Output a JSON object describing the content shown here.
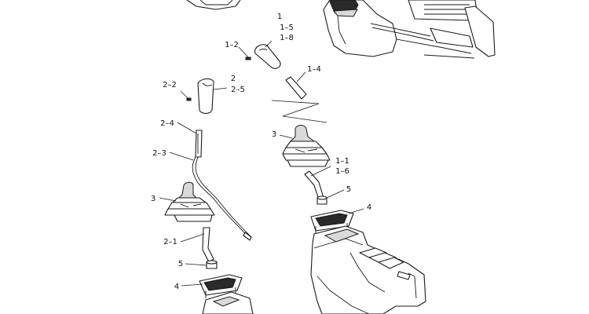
{
  "callouts": [
    {
      "id": "1",
      "text": "1"
    },
    {
      "id": "1-5",
      "text": "1–5"
    },
    {
      "id": "1-8",
      "text": "1–8"
    },
    {
      "id": "1-2",
      "text": "1–2"
    },
    {
      "id": "1-4",
      "text": "1–4"
    },
    {
      "id": "2",
      "text": "2"
    },
    {
      "id": "2-5",
      "text": "2–5"
    },
    {
      "id": "2-2",
      "text": "2–2"
    },
    {
      "id": "2-4",
      "text": "2–4"
    },
    {
      "id": "2-3",
      "text": "2–3"
    },
    {
      "id": "3a",
      "text": "3"
    },
    {
      "id": "3b",
      "text": "3"
    },
    {
      "id": "1-1",
      "text": "1–1"
    },
    {
      "id": "1-6",
      "text": "1–6"
    },
    {
      "id": "5a",
      "text": "5"
    },
    {
      "id": "4a",
      "text": "4"
    },
    {
      "id": "2-1",
      "text": "2–1"
    },
    {
      "id": "5b",
      "text": "5"
    },
    {
      "id": "4b",
      "text": "4"
    }
  ]
}
